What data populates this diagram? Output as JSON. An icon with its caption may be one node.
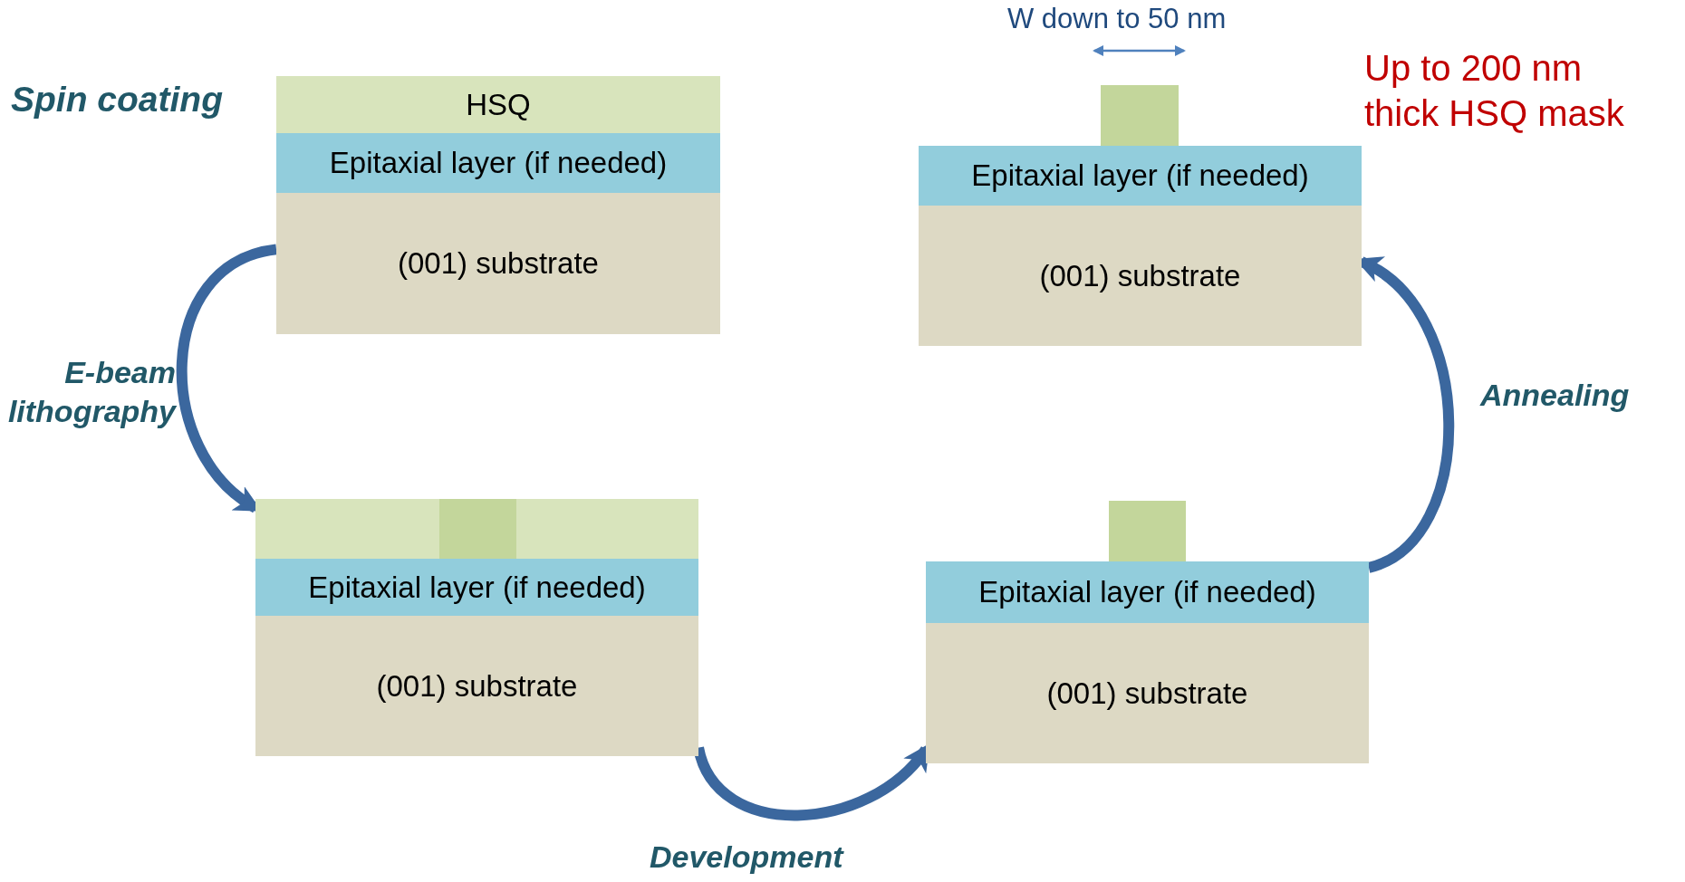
{
  "diagram": {
    "nodes": [
      {
        "text": [
          "HSQ"
        ]
      },
      {
        "text": [
          "Epitaxial layer (if needed)"
        ]
      },
      {
        "text": [
          "(001) substrate"
        ]
      },
      {
        "text": [],
        "shape": "box"
      },
      {
        "text": [],
        "shape": "box",
        "in": 3
      },
      {
        "text": [
          "Epitaxial layer (if needed)"
        ]
      },
      {
        "text": [
          "(001) substrate"
        ]
      },
      {
        "text": [],
        "shape": "box"
      },
      {
        "text": [
          "Epitaxial layer (if needed)"
        ]
      },
      {
        "text": [
          "(001) substrate"
        ]
      },
      {
        "text": [],
        "shape": "box"
      },
      {
        "text": [
          "Epitaxial layer (if needed)"
        ]
      },
      {
        "text": [
          "(001) substrate"
        ]
      }
    ],
    "edges": [
      {
        "from": 2,
        "to": 3,
        "arrow": "to",
        "label": "E-beam lithography"
      },
      {
        "from": 6,
        "to": 9,
        "arrow": "to",
        "label": "Development"
      },
      {
        "from": 8,
        "to": 12,
        "arrow": "to",
        "label": "Annealing"
      }
    ],
    "labels": [
      "W down to 50 nm",
      "Up to 200 nm thick HSQ mask",
      "Spin coating"
    ]
  }
}
